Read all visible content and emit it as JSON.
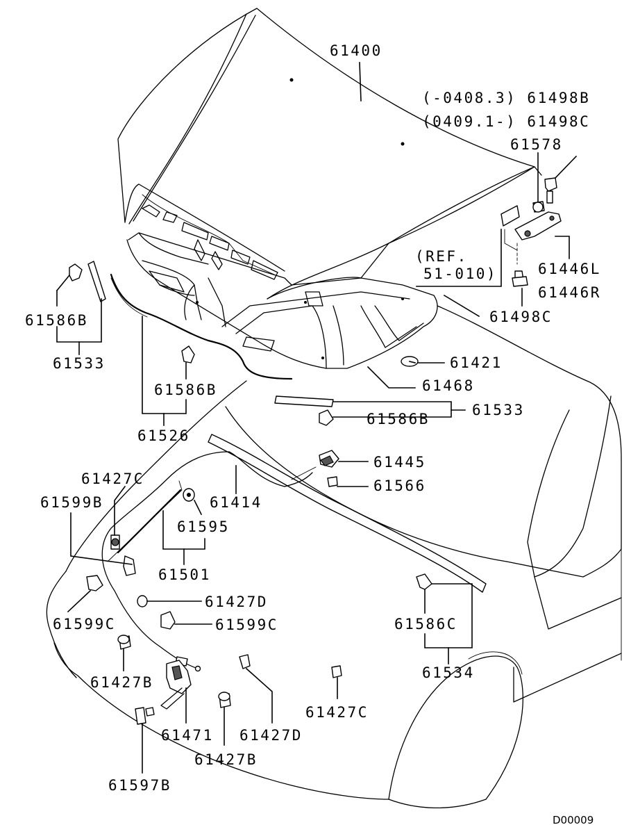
{
  "diagram": {
    "code": "D00009",
    "callouts": [
      {
        "id": "61400",
        "text": "61400"
      },
      {
        "id": "range-a",
        "text": "(-0408.3) 61498B"
      },
      {
        "id": "range-b",
        "text": "(0409.1-) 61498C"
      },
      {
        "id": "61578",
        "text": "61578"
      },
      {
        "id": "ref-1",
        "text": "(REF."
      },
      {
        "id": "ref-2",
        "text": "51-010)"
      },
      {
        "id": "61446l",
        "text": "61446L"
      },
      {
        "id": "61446r",
        "text": "61446R"
      },
      {
        "id": "61498c-a",
        "text": "61498C"
      },
      {
        "id": "61421",
        "text": "61421"
      },
      {
        "id": "61468",
        "text": "61468"
      },
      {
        "id": "61533-r",
        "text": "61533"
      },
      {
        "id": "61586b-r",
        "text": "61586B"
      },
      {
        "id": "61445",
        "text": "61445"
      },
      {
        "id": "61566",
        "text": "61566"
      },
      {
        "id": "61586b-tl",
        "text": "61586B"
      },
      {
        "id": "61533-l",
        "text": "61533"
      },
      {
        "id": "61586b-m",
        "text": "61586B"
      },
      {
        "id": "61526",
        "text": "61526"
      },
      {
        "id": "61427c-a",
        "text": "61427C"
      },
      {
        "id": "61599b",
        "text": "61599B"
      },
      {
        "id": "61414",
        "text": "61414"
      },
      {
        "id": "61595",
        "text": "61595"
      },
      {
        "id": "61501",
        "text": "61501"
      },
      {
        "id": "61427d-a",
        "text": "61427D"
      },
      {
        "id": "61599c-l",
        "text": "61599C"
      },
      {
        "id": "61599c-r",
        "text": "61599C"
      },
      {
        "id": "61586c",
        "text": "61586C"
      },
      {
        "id": "61534",
        "text": "61534"
      },
      {
        "id": "61427b-a",
        "text": "61427B"
      },
      {
        "id": "61427c-b",
        "text": "61427C"
      },
      {
        "id": "61471",
        "text": "61471"
      },
      {
        "id": "61427d-b",
        "text": "61427D"
      },
      {
        "id": "61427b-b",
        "text": "61427B"
      },
      {
        "id": "61597b",
        "text": "61597B"
      }
    ]
  }
}
